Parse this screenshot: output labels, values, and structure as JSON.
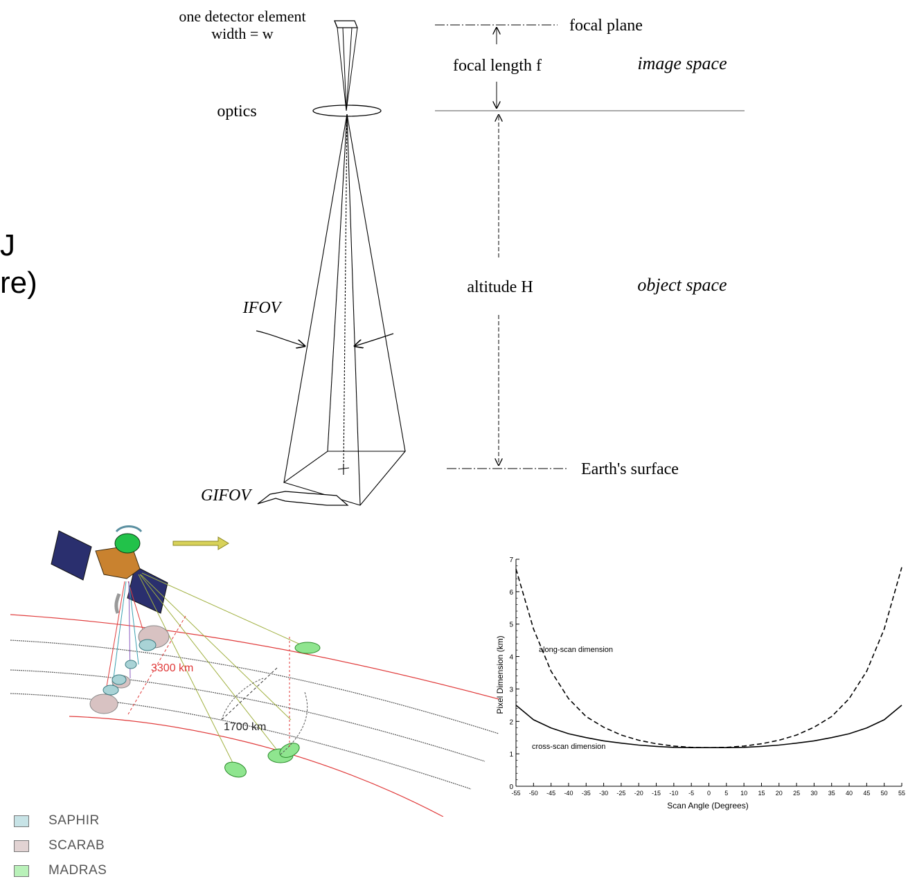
{
  "cutoff_text": {
    "line1": "J",
    "line2": "re)"
  },
  "ifov_diagram": {
    "detector_label_1": "one detector element",
    "detector_label_2": "width = w",
    "optics": "optics",
    "ifov": "IFOV",
    "gifov": "GIFOV",
    "focal_plane": "focal plane",
    "focal_length": "focal length f",
    "image_space": "image space",
    "altitude": "altitude H",
    "object_space": "object space",
    "earth_surface": "Earth's surface"
  },
  "satellite_diagram": {
    "distance_1": "3300 km",
    "distance_2": "1700 km",
    "colors": {
      "saphir": "#a9d3d6",
      "scarab": "#d8c2c2",
      "madras": "#8fe58f",
      "red_track": "#e03a3a",
      "arrow": "#d8d25a"
    },
    "legend": [
      {
        "label": "SAPHIR",
        "color": "#c7e3e6"
      },
      {
        "label": "SCARAB",
        "color": "#e2d3d3"
      },
      {
        "label": "MADRAS",
        "color": "#b9f1b9"
      }
    ]
  },
  "chart_data": {
    "type": "line",
    "title": "",
    "xlabel": "Scan Angle (Degrees)",
    "ylabel": "Pixel Dimension (km)",
    "xlim": [
      -55,
      55
    ],
    "ylim": [
      0,
      7
    ],
    "xticks": [
      -55,
      -50,
      -45,
      -40,
      -35,
      -30,
      -25,
      -20,
      -15,
      -10,
      -5,
      0,
      5,
      10,
      15,
      20,
      25,
      30,
      35,
      40,
      45,
      50,
      55
    ],
    "yticks": [
      0,
      1,
      2,
      3,
      4,
      5,
      6,
      7
    ],
    "series": [
      {
        "name": "along-scan dimension",
        "style": "dashed",
        "x": [
          -55,
          -50,
          -45,
          -40,
          -35,
          -30,
          -25,
          -20,
          -15,
          -10,
          -5,
          0,
          5,
          10,
          15,
          20,
          25,
          30,
          35,
          40,
          45,
          50,
          55
        ],
        "y": [
          6.7,
          4.85,
          3.55,
          2.7,
          2.15,
          1.82,
          1.58,
          1.42,
          1.31,
          1.24,
          1.2,
          1.19,
          1.2,
          1.24,
          1.31,
          1.42,
          1.58,
          1.82,
          2.15,
          2.7,
          3.55,
          4.85,
          6.75
        ]
      },
      {
        "name": "cross-scan dimension",
        "style": "solid",
        "x": [
          -55,
          -50,
          -45,
          -40,
          -35,
          -30,
          -25,
          -20,
          -15,
          -10,
          -5,
          0,
          5,
          10,
          15,
          20,
          25,
          30,
          35,
          40,
          45,
          50,
          55
        ],
        "y": [
          2.5,
          2.05,
          1.8,
          1.62,
          1.5,
          1.4,
          1.33,
          1.27,
          1.23,
          1.2,
          1.19,
          1.19,
          1.19,
          1.2,
          1.23,
          1.27,
          1.33,
          1.4,
          1.5,
          1.62,
          1.8,
          2.05,
          2.5
        ]
      }
    ]
  }
}
